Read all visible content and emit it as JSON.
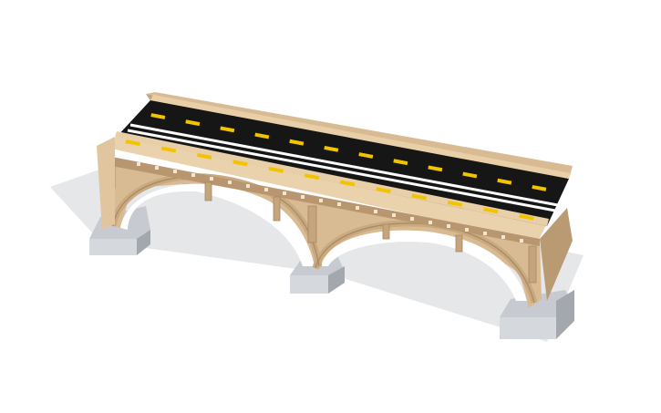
{
  "scene": {
    "subject": "arch-bridge-3d-model",
    "spans": 2,
    "lanes": 4,
    "colors": {
      "background": "#ffffff",
      "stone": "#d9bb93",
      "stone_shadow": "#b99a72",
      "stone_light": "#ead2ad",
      "deck_asphalt": "#161616",
      "lane_yellow": "#f2c400",
      "lane_white": "#ffffff",
      "pier_concrete": "#c9ccd2",
      "pier_concrete_shade": "#9ea2a9",
      "ground_shadow": "#e4e5e7"
    }
  }
}
